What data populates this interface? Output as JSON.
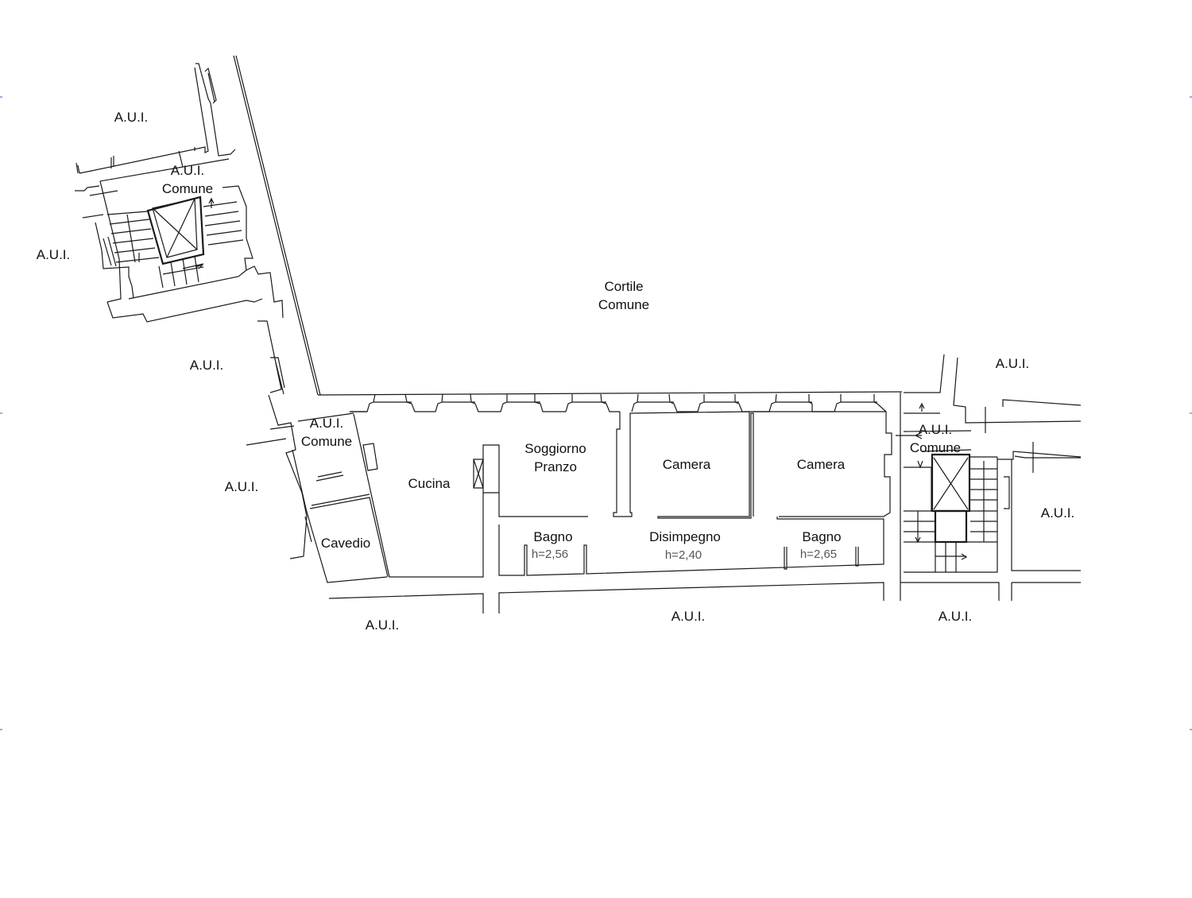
{
  "plan": {
    "labels": {
      "aui_top_left": "A.U.I.",
      "aui_comune_left_1": "A.U.I.",
      "aui_comune_left_2": "Comune",
      "aui_far_left": "A.U.I.",
      "cortile_1": "Cortile",
      "cortile_2": "Comune",
      "aui_mid_left": "A.U.I.",
      "aui_comune_mid_1": "A.U.I.",
      "aui_comune_mid_2": "Comune",
      "aui_left_lower": "A.U.I.",
      "cavedio": "Cavedio",
      "cucina": "Cucina",
      "soggiorno_1": "Soggiorno",
      "soggiorno_2": "Pranzo",
      "camera_1": "Camera",
      "camera_2": "Camera",
      "bagno_1": "Bagno",
      "bagno_1_h": "h=2,56",
      "disimpegno": "Disimpegno",
      "disimpegno_h": "h=2,40",
      "bagno_2": "Bagno",
      "bagno_2_h": "h=2,65",
      "aui_top_right": "A.U.I.",
      "aui_comune_right_1": "A.U.I.",
      "aui_comune_right_2": "Comune",
      "aui_right": "A.U.I.",
      "aui_bottom_left": "A.U.I.",
      "aui_bottom_mid": "A.U.I.",
      "aui_bottom_right": "A.U.I."
    }
  }
}
